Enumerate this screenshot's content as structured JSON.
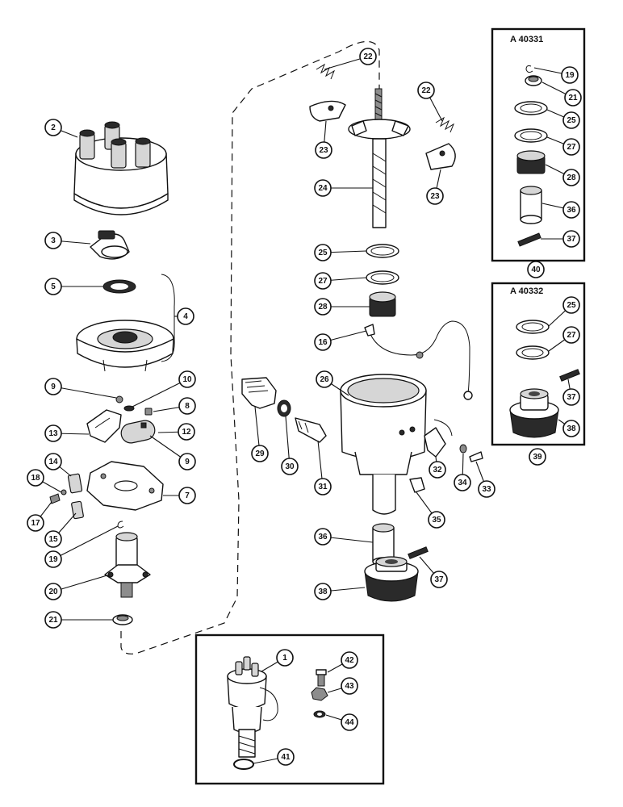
{
  "kit_boxes": [
    {
      "title": "A 40331",
      "number": "40"
    },
    {
      "title": "A 40332",
      "number": "39"
    }
  ],
  "callouts": [
    "2",
    "3",
    "5",
    "4",
    "9",
    "10",
    "8",
    "12",
    "13",
    "9",
    "14",
    "18",
    "7",
    "17",
    "15",
    "19",
    "20",
    "21",
    "22",
    "23",
    "22",
    "23",
    "24",
    "25",
    "27",
    "28",
    "16",
    "26",
    "29",
    "30",
    "31",
    "32",
    "34",
    "33",
    "35",
    "36",
    "37",
    "38",
    "19",
    "21",
    "25",
    "27",
    "28",
    "36",
    "37",
    "25",
    "27",
    "37",
    "38",
    "1",
    "42",
    "43",
    "44",
    "41"
  ]
}
